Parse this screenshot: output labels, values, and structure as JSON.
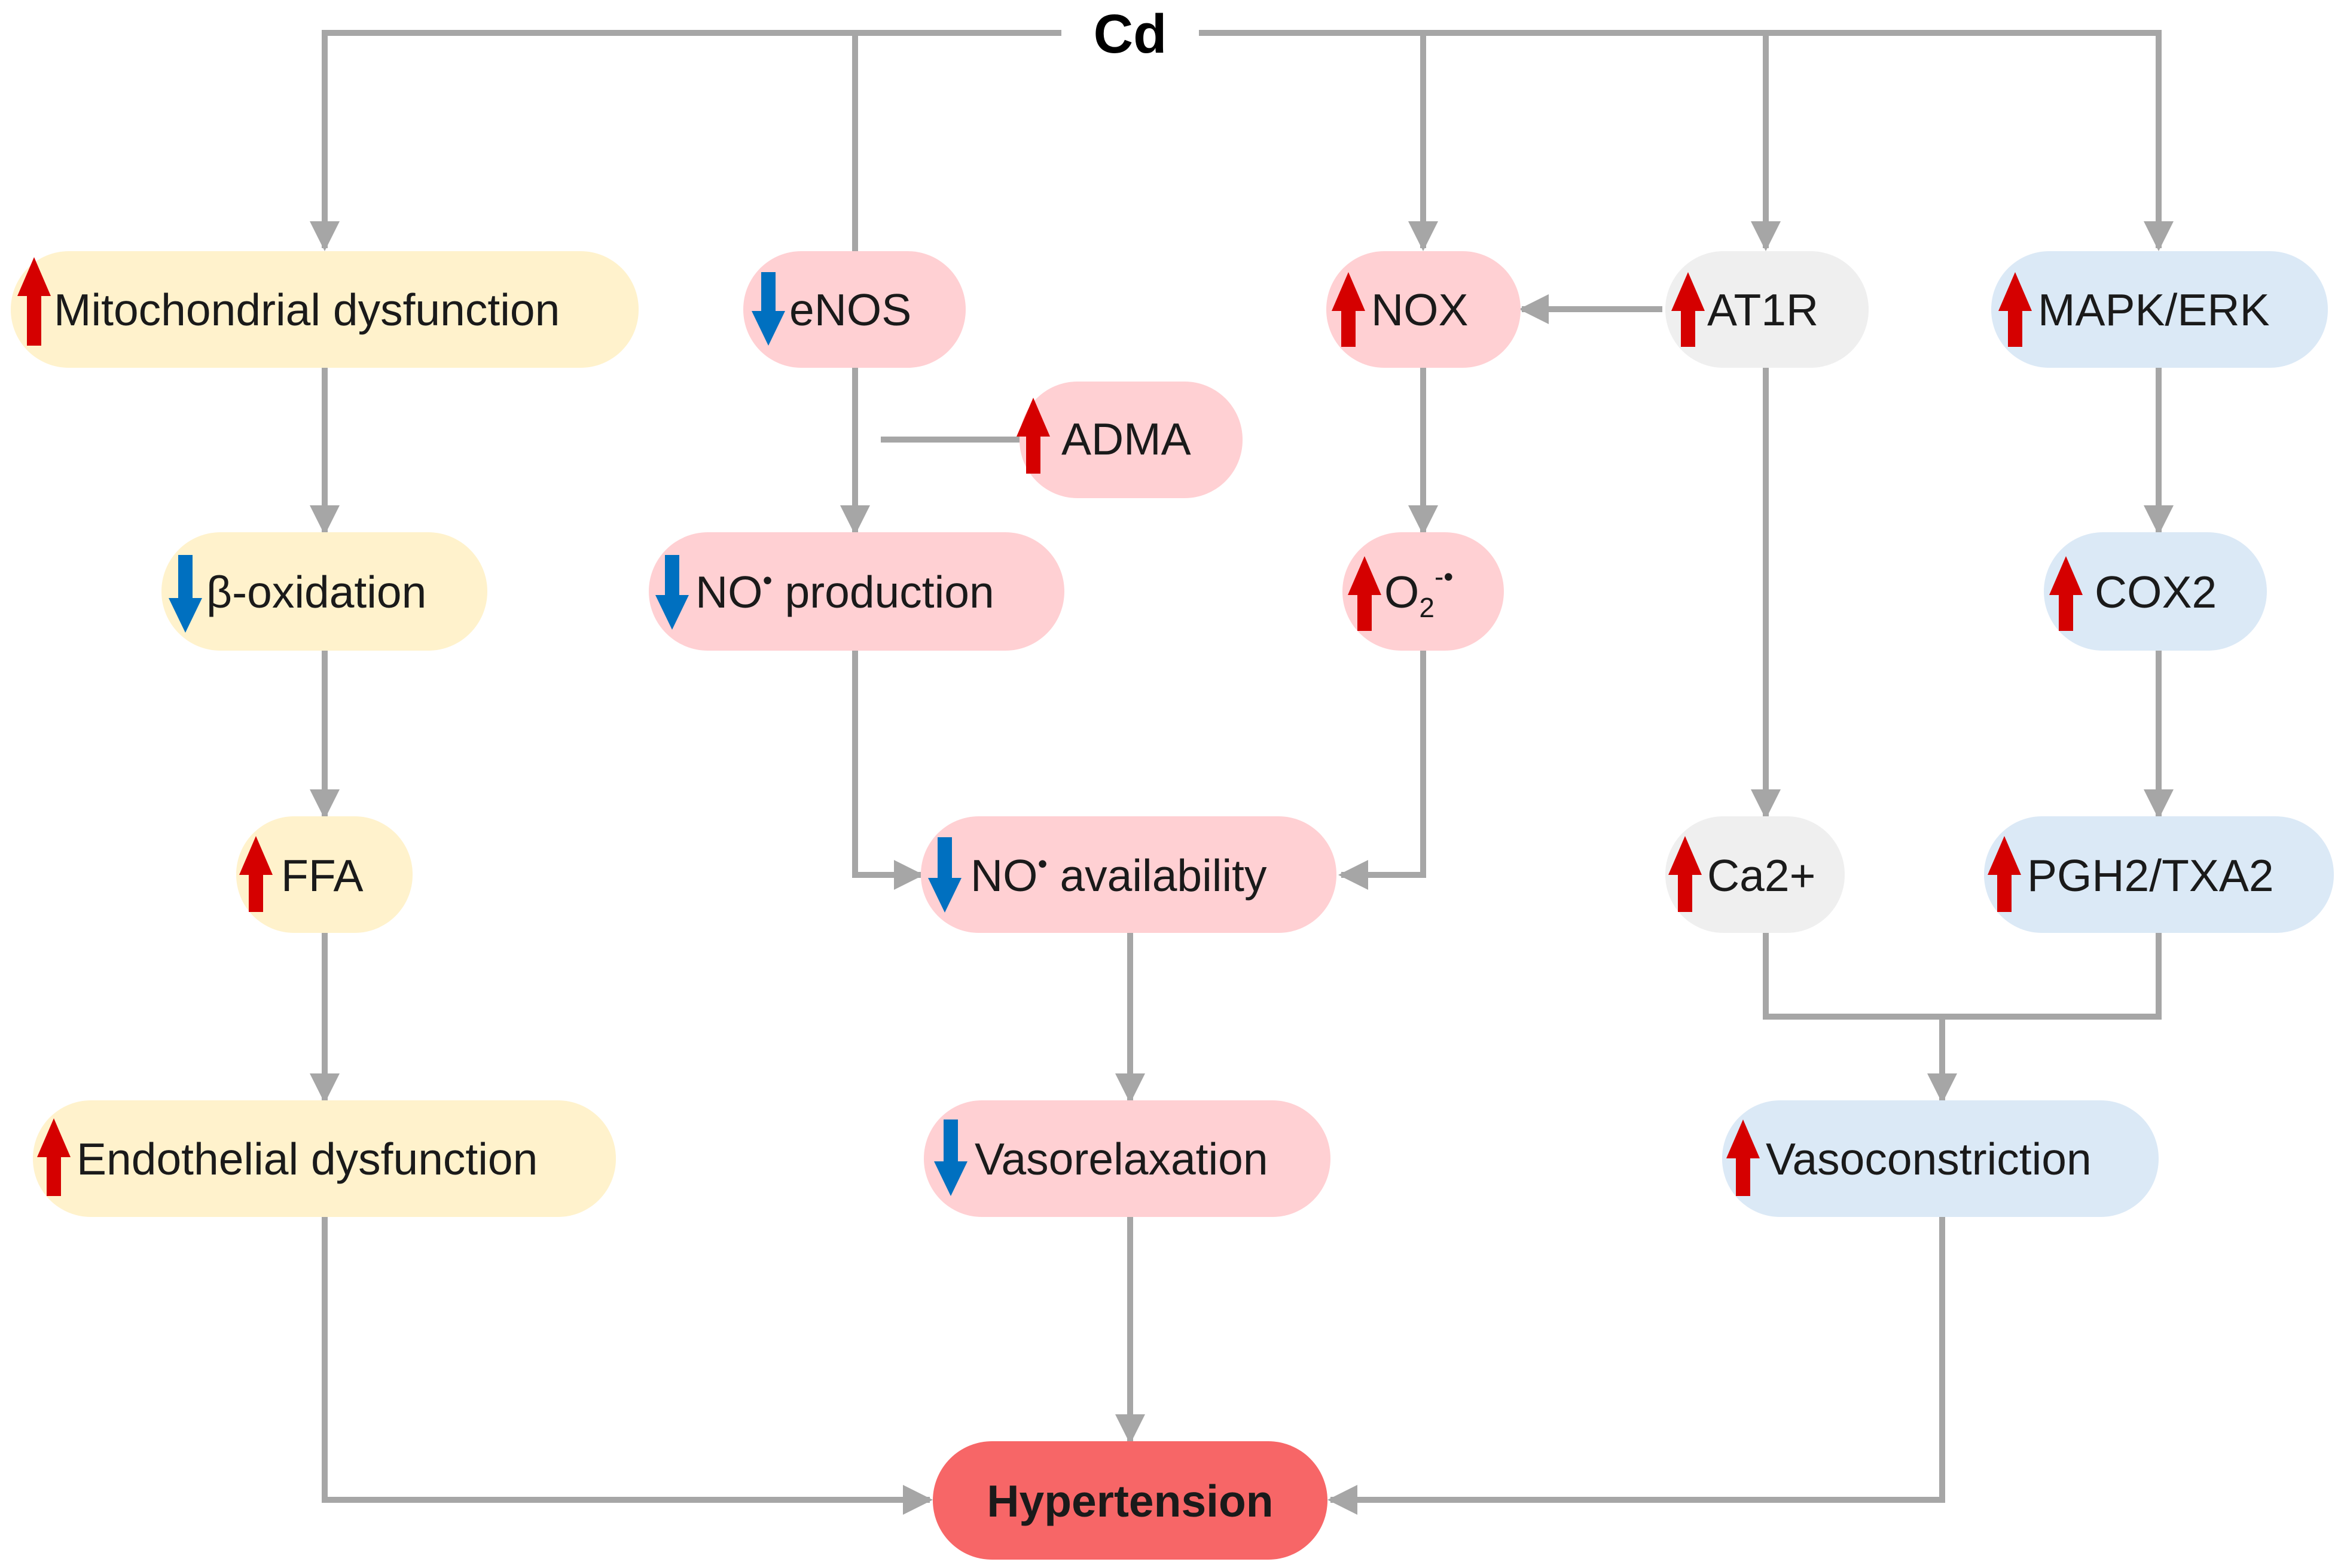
{
  "colors": {
    "yellow": "#fff2cc",
    "pink": "#ffd0d3",
    "gray": "#efefef",
    "blue": "#dbe9f6",
    "red_node": "#f76667",
    "up_arrow": "#d50000",
    "down_arrow": "#0070c0",
    "edge": "#a6a6a6"
  },
  "root": {
    "label": "Cd"
  },
  "nodes": {
    "mito": {
      "label": "Mitochondrial dysfunction",
      "dir": "up"
    },
    "beta": {
      "label": "β-oxidation",
      "dir": "down"
    },
    "ffa": {
      "label": "FFA",
      "dir": "up"
    },
    "endo": {
      "label": "Endothelial dysfunction",
      "dir": "up"
    },
    "enos": {
      "label": "eNOS",
      "dir": "down"
    },
    "adma": {
      "label": "ADMA",
      "dir": "up"
    },
    "noprod": {
      "label_a": "NO",
      "label_sup": "•",
      "label_b": " production",
      "dir": "down"
    },
    "noavail": {
      "label_a": "NO",
      "label_sup": "•",
      "label_b": " availability",
      "dir": "down"
    },
    "vasorelax": {
      "label": "Vasorelaxation",
      "dir": "down"
    },
    "nox": {
      "label": "NOX",
      "dir": "up"
    },
    "o2": {
      "label_a": "O",
      "label_sub": "2",
      "label_sup": "-•",
      "dir": "up"
    },
    "at1r": {
      "label": "AT1R",
      "dir": "up"
    },
    "ca": {
      "label": "Ca2+",
      "dir": "up"
    },
    "mapk": {
      "label": "MAPK/ERK",
      "dir": "up"
    },
    "cox2": {
      "label": "COX2",
      "dir": "up"
    },
    "pgh2": {
      "label": "PGH2/TXA2",
      "dir": "up"
    },
    "vasocon": {
      "label": "Vasoconstriction",
      "dir": "up"
    }
  },
  "outcome": {
    "label": "Hypertension"
  }
}
